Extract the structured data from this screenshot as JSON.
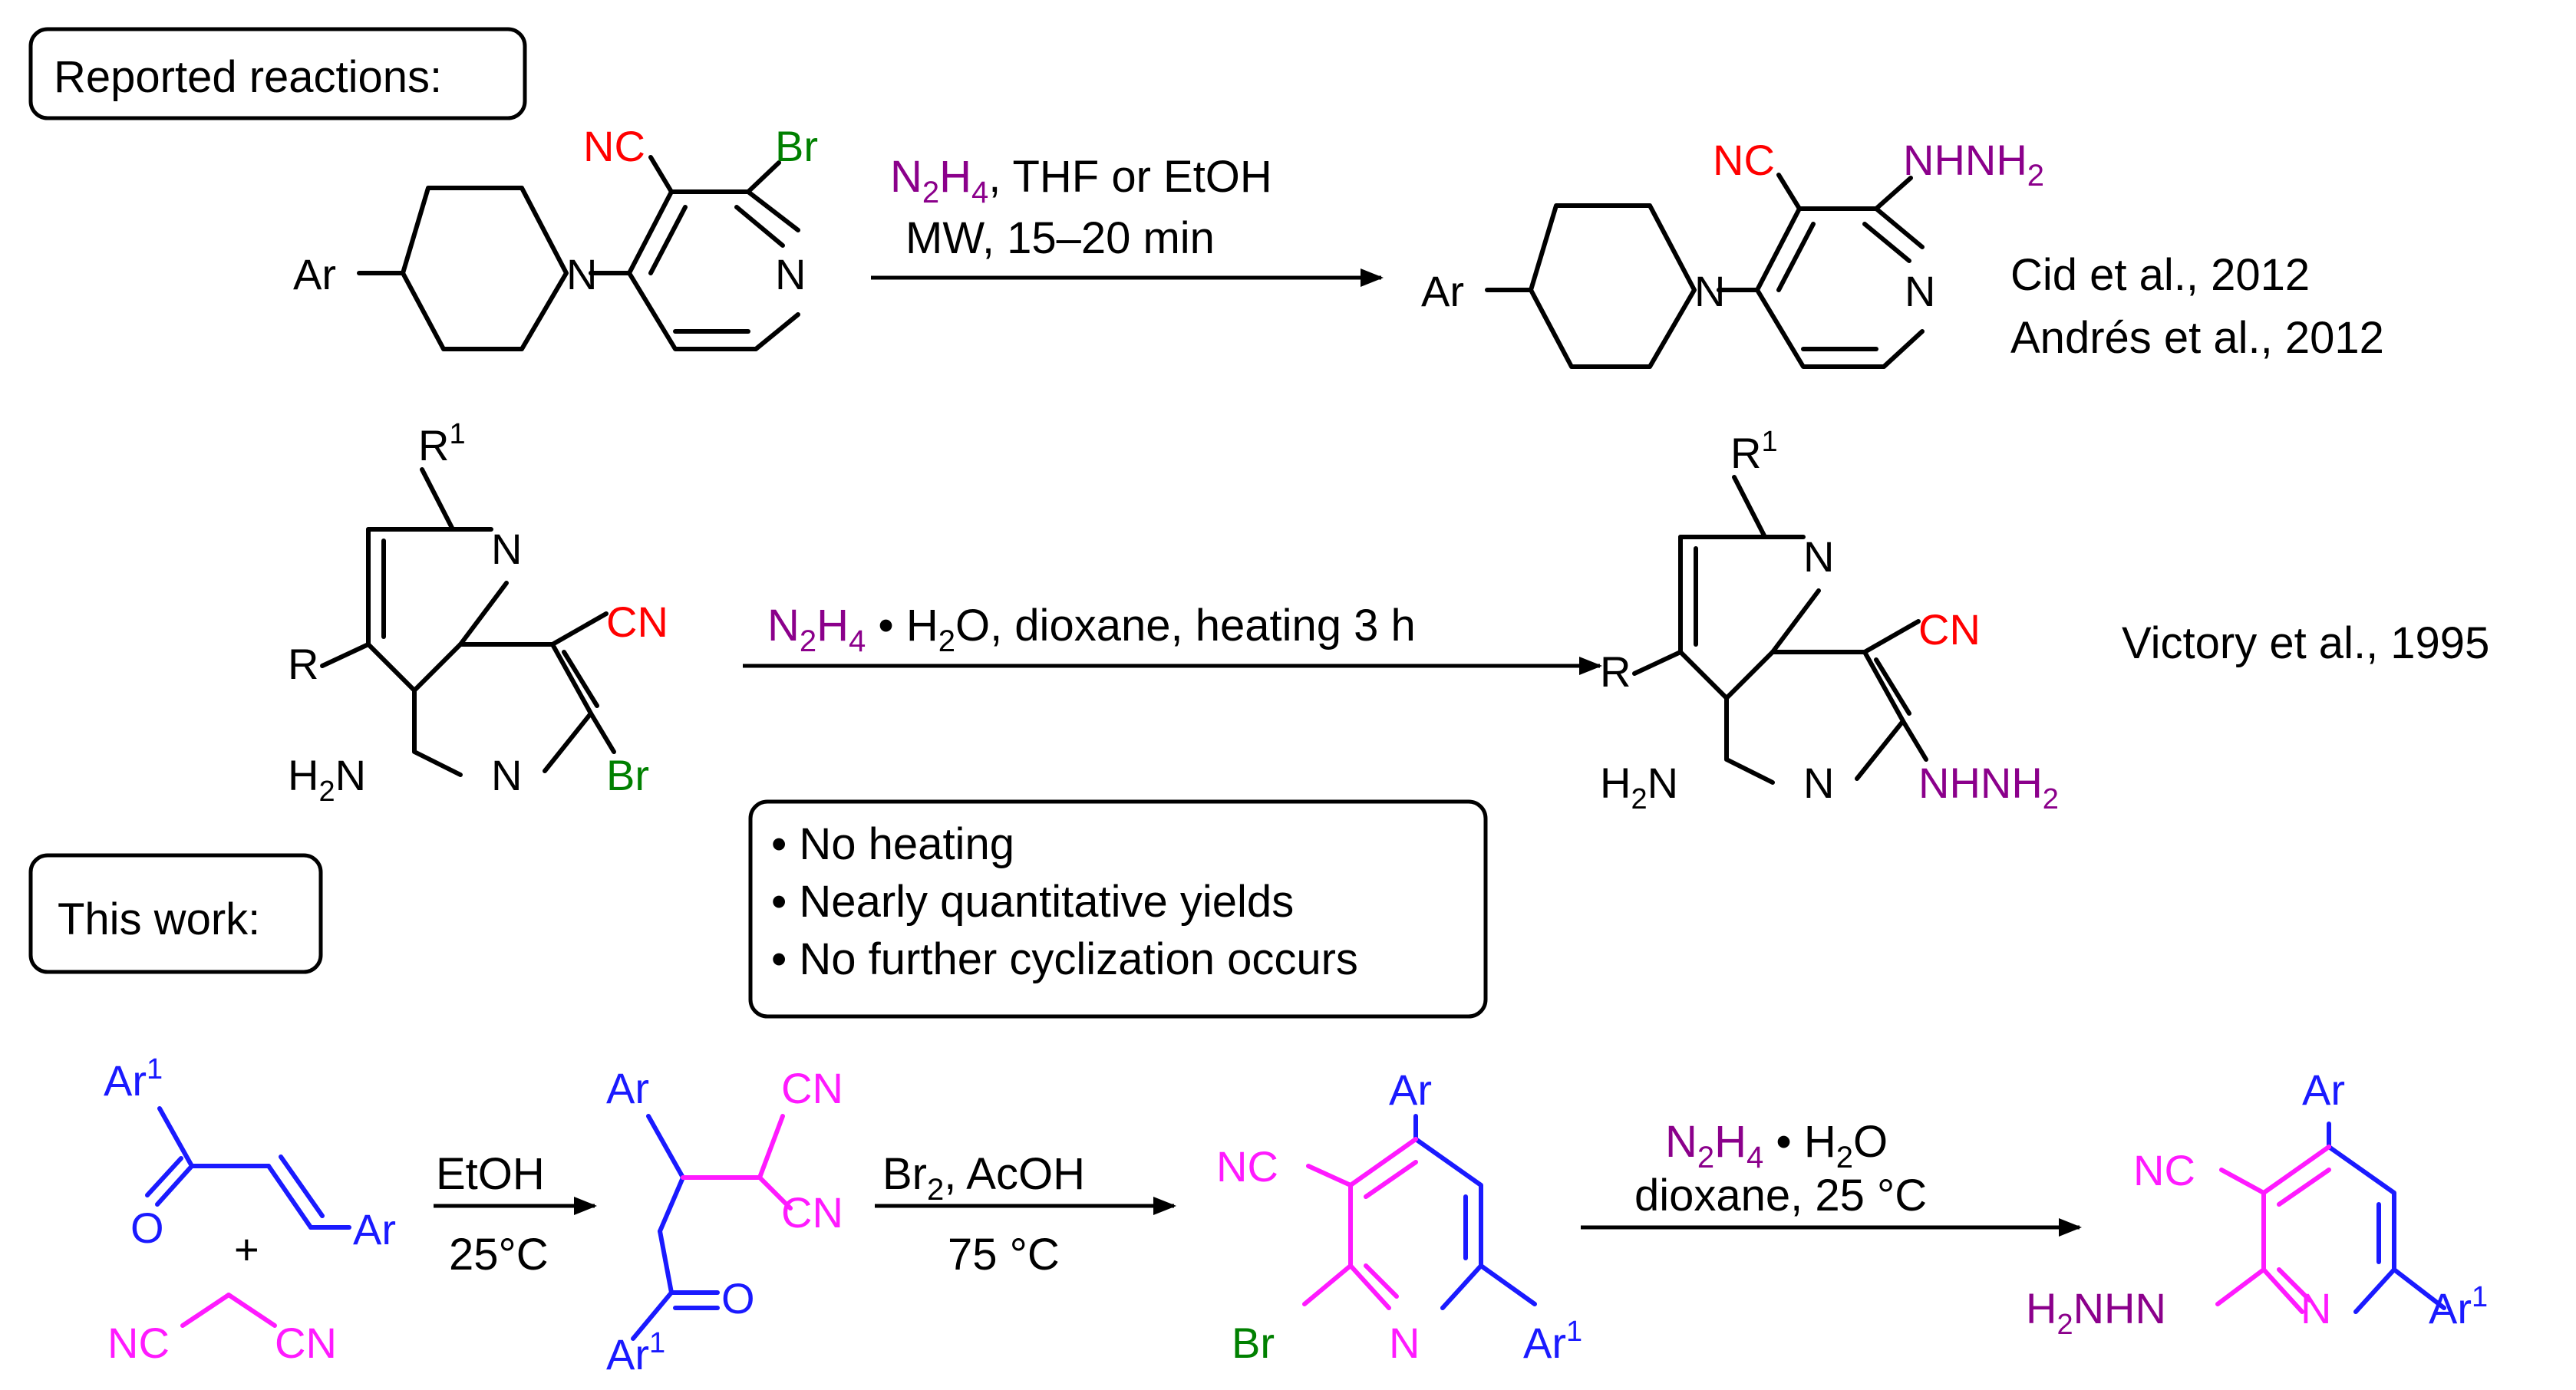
{
  "colors": {
    "black": "#000000",
    "red": "#ff0000",
    "green": "#008000",
    "purple": "#8b008b",
    "blue": "#1a1aff",
    "magenta": "#ff1aff"
  },
  "boxes": {
    "reported": "Reported reactions:",
    "this_work": "This work:",
    "features": [
      "• No heating",
      "• Nearly quantitative yields",
      "• No further cyclization occurs"
    ]
  },
  "reaction1": {
    "reactant": {
      "ar": "Ar",
      "n_pip": "N",
      "n_pyr": "N",
      "cn": "NC",
      "br": "Br"
    },
    "conditions": {
      "reagent": "N2H4",
      "solvent": ", THF or EtOH",
      "line2": "MW, 15–20 min"
    },
    "product": {
      "ar": "Ar",
      "n_pip": "N",
      "n_pyr": "N",
      "cn": "NC",
      "hydrazine": "NHNH2"
    },
    "refs": [
      "Cid et al., 2012",
      "Andrés et al., 2012"
    ]
  },
  "reaction2": {
    "reactant": {
      "r1": "R1",
      "r": "R",
      "n_top": "N",
      "n_bot": "N",
      "cn": "CN",
      "nh2": "H2N",
      "br": "Br"
    },
    "conditions": {
      "reagent": "N2H4",
      "rest": " • H2O, dioxane, heating 3 h"
    },
    "product": {
      "r1": "R1",
      "r": "R",
      "n_top": "N",
      "n_bot": "N",
      "cn": "CN",
      "nh2": "H2N",
      "hydrazine": "NHNH2"
    },
    "ref": "Victory et al., 1995"
  },
  "reaction3": {
    "chalcone": {
      "ar1": "Ar1",
      "o": "O",
      "ar": "Ar"
    },
    "plus": "+",
    "malononitrile": {
      "nc": "NC",
      "cn": "CN"
    },
    "step1": {
      "top": "EtOH",
      "bottom": "25°C"
    },
    "adduct": {
      "ar": "Ar",
      "cn_top": "CN",
      "cn_bot": "CN",
      "o": "O",
      "ar1": "Ar1"
    },
    "step2": {
      "top": "Br2, AcOH",
      "bottom": "75 °C"
    },
    "bromopyridine": {
      "ar": "Ar",
      "nc": "NC",
      "br": "Br",
      "n": "N",
      "ar1": "Ar1"
    },
    "step3": {
      "reagent": "N2H4",
      "rest": " • H2O",
      "bottom": "dioxane, 25 °C"
    },
    "product": {
      "ar": "Ar",
      "nc": "NC",
      "hydrazine": "H2NHN",
      "n": "N",
      "ar1": "Ar1"
    }
  }
}
